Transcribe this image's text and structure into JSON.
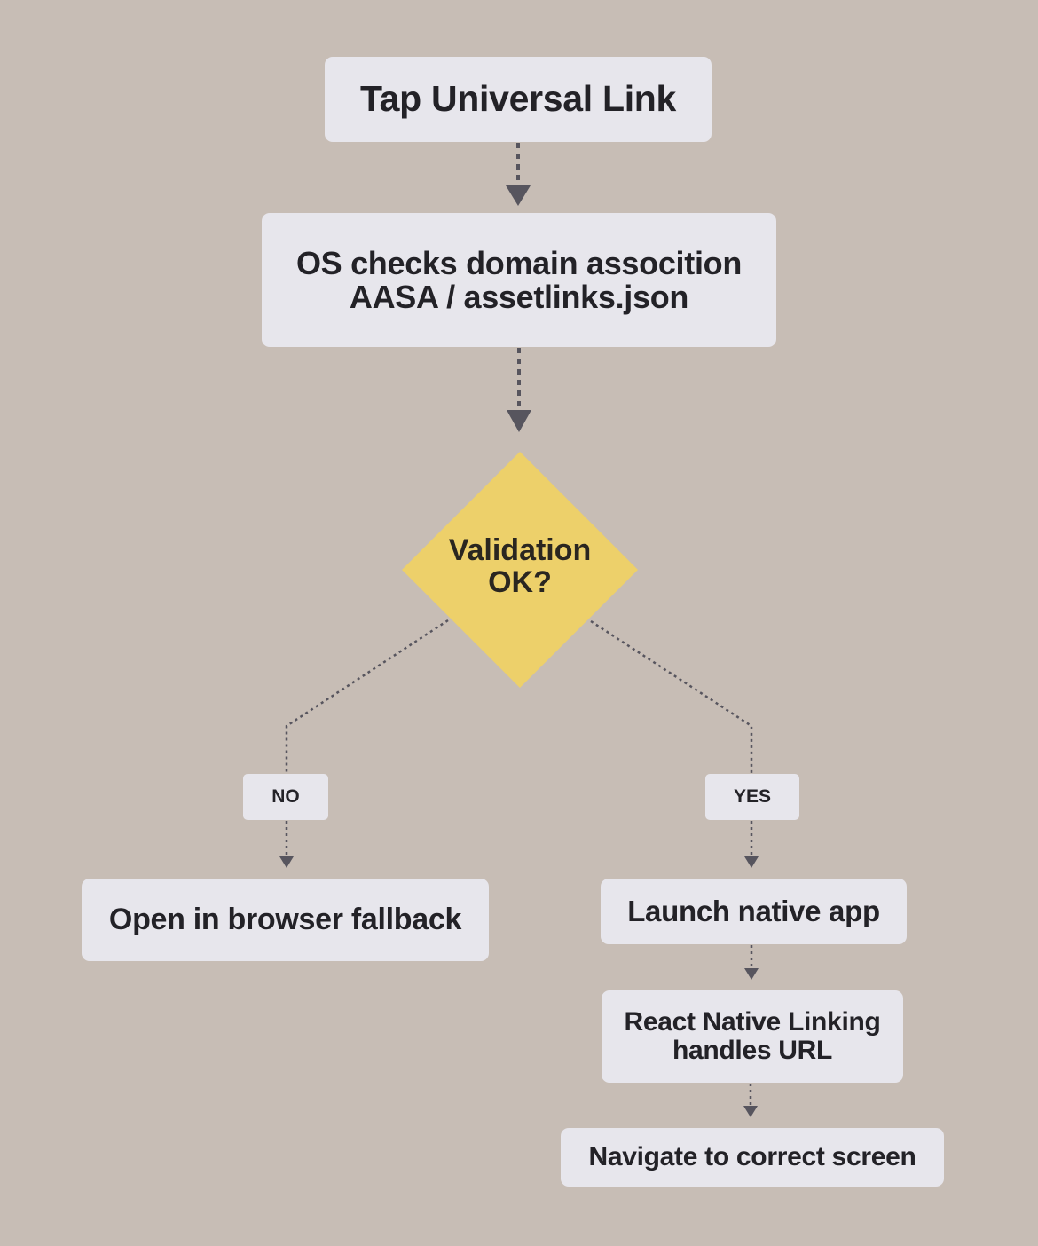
{
  "diagram": {
    "type": "flowchart",
    "colors": {
      "background": "#c7bdb5",
      "node_fill": "#e7e6ec",
      "decision_fill": "#edd06a",
      "connector": "#57555e",
      "text": "#232227"
    },
    "nodes": {
      "tap": "Tap Universal Link",
      "os_check": "OS checks domain assocition\nAASA / assetlinks.json",
      "decision": "Validation\nOK?",
      "fallback": "Open in browser fallback",
      "launch": "Launch native app",
      "rn_linking": "React Native Linking\nhandles URL",
      "navigate": "Navigate to correct screen"
    },
    "branch_labels": {
      "no": "NO",
      "yes": "YES"
    },
    "edges": [
      {
        "from": "tap",
        "to": "os_check"
      },
      {
        "from": "os_check",
        "to": "decision"
      },
      {
        "from": "decision",
        "to": "fallback",
        "label": "NO"
      },
      {
        "from": "decision",
        "to": "launch",
        "label": "YES"
      },
      {
        "from": "launch",
        "to": "rn_linking"
      },
      {
        "from": "rn_linking",
        "to": "navigate"
      }
    ]
  }
}
